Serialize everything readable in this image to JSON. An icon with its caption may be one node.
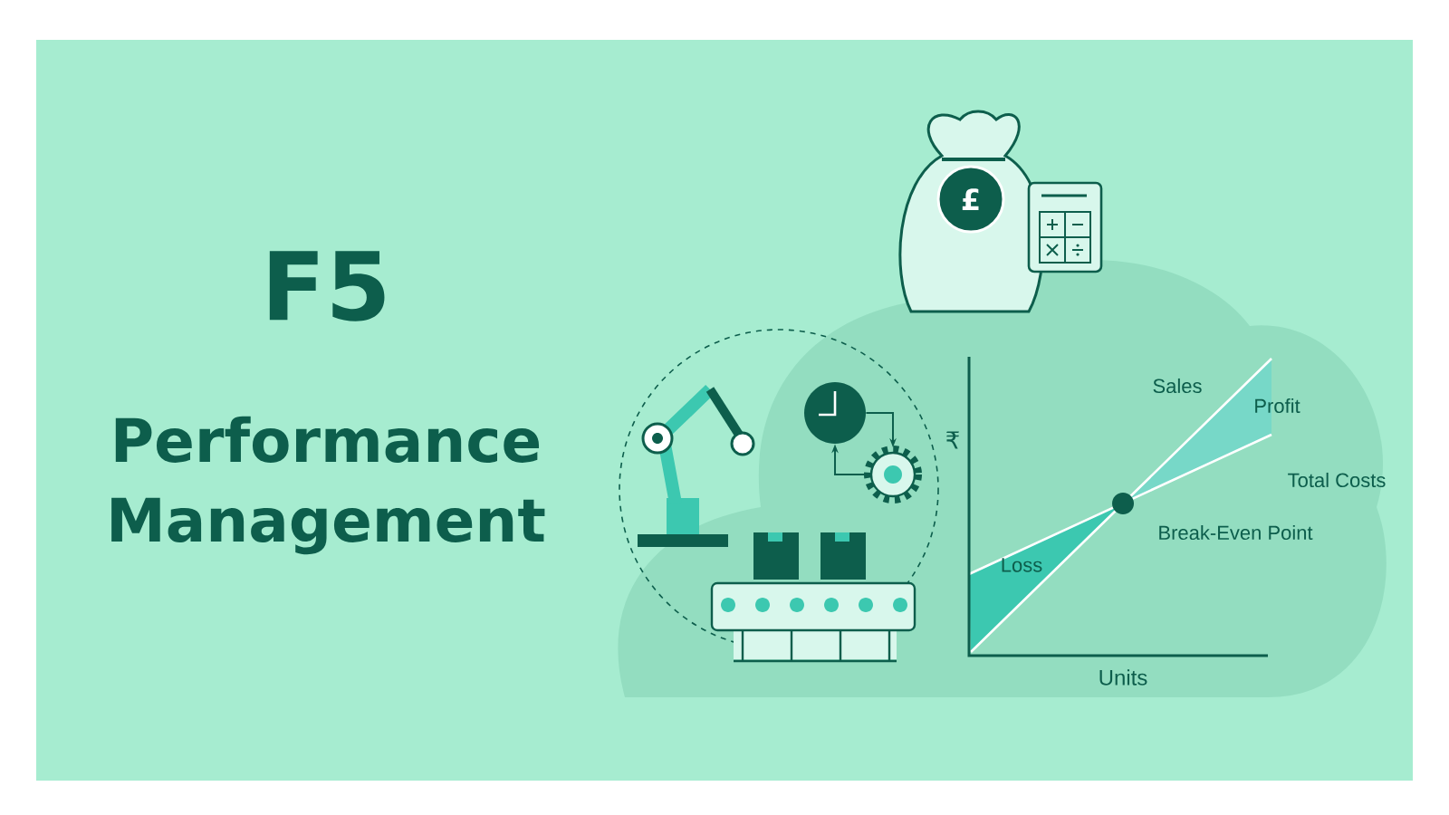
{
  "diagram": {
    "nodes": [
      {
        "text": [],
        "shape": "circle"
      },
      {
        "text": [],
        "shape": "gear"
      }
    ],
    "edges": [
      {
        "from": 0,
        "to": 1,
        "arrow": "to"
      },
      {
        "from": 1,
        "to": 0,
        "arrow": "to"
      }
    ],
    "labels": [
      "F5",
      "Performance Management",
      "£",
      "₹",
      "Sales",
      "Profit",
      "Total Costs",
      "Break-Even Point",
      "Loss",
      "Units"
    ]
  }
}
